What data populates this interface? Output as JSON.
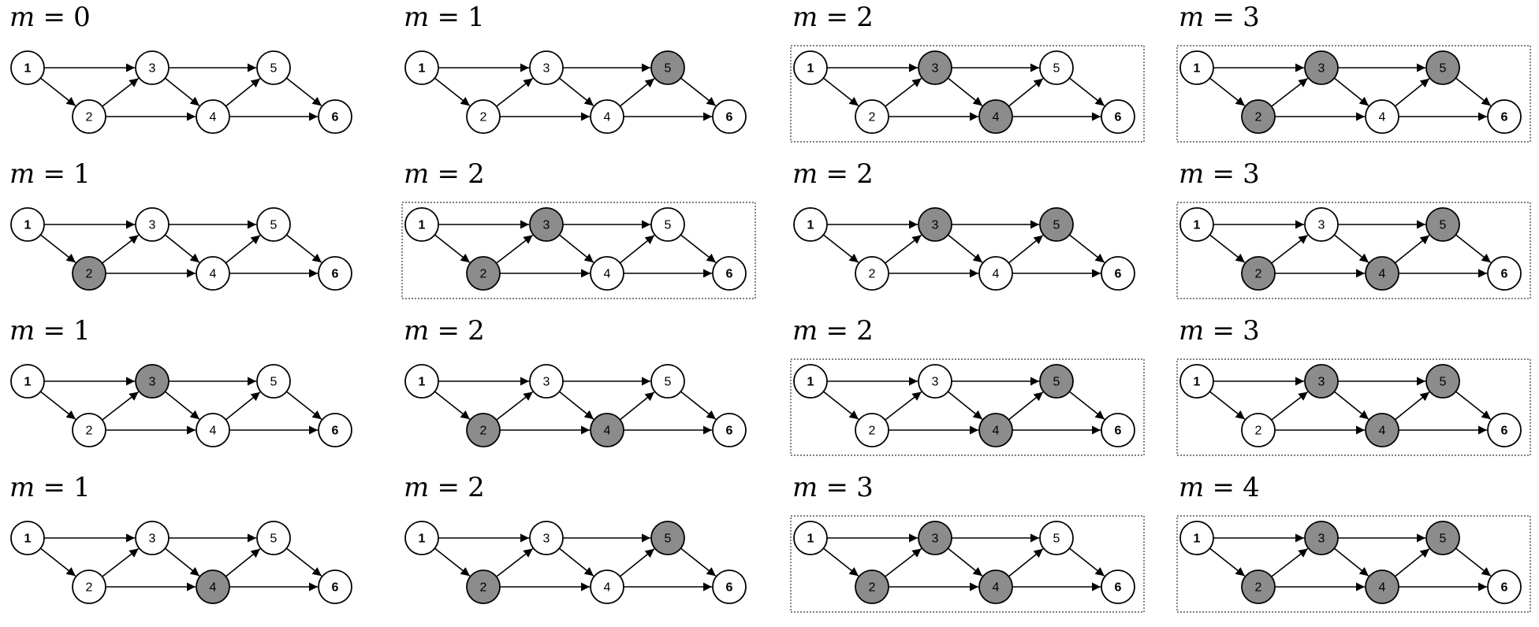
{
  "node_labels": [
    "1",
    "2",
    "3",
    "4",
    "5",
    "6"
  ],
  "edges": [
    [
      1,
      3
    ],
    [
      1,
      2
    ],
    [
      2,
      3
    ],
    [
      2,
      4
    ],
    [
      3,
      5
    ],
    [
      3,
      4
    ],
    [
      4,
      5
    ],
    [
      4,
      6
    ],
    [
      5,
      6
    ]
  ],
  "colors": {
    "shaded": "#8c8c8c",
    "plain": "#ffffff",
    "stroke": "#000000"
  },
  "panels": [
    {
      "var": "m",
      "eq": "=",
      "value": "0",
      "shaded": [],
      "framed": false
    },
    {
      "var": "m",
      "eq": "=",
      "value": "1",
      "shaded": [
        5
      ],
      "framed": false
    },
    {
      "var": "m",
      "eq": "=",
      "value": "2",
      "shaded": [
        3,
        4
      ],
      "framed": true
    },
    {
      "var": "m",
      "eq": "=",
      "value": "3",
      "shaded": [
        2,
        3,
        5
      ],
      "framed": true
    },
    {
      "var": "m",
      "eq": "=",
      "value": "1",
      "shaded": [
        2
      ],
      "framed": false
    },
    {
      "var": "m",
      "eq": "=",
      "value": "2",
      "shaded": [
        2,
        3
      ],
      "framed": true
    },
    {
      "var": "m",
      "eq": "=",
      "value": "2",
      "shaded": [
        3,
        5
      ],
      "framed": false
    },
    {
      "var": "m",
      "eq": "=",
      "value": "3",
      "shaded": [
        2,
        4,
        5
      ],
      "framed": true
    },
    {
      "var": "m",
      "eq": "=",
      "value": "1",
      "shaded": [
        3
      ],
      "framed": false
    },
    {
      "var": "m",
      "eq": "=",
      "value": "2",
      "shaded": [
        2,
        4
      ],
      "framed": false
    },
    {
      "var": "m",
      "eq": "=",
      "value": "2",
      "shaded": [
        4,
        5
      ],
      "framed": true
    },
    {
      "var": "m",
      "eq": "=",
      "value": "3",
      "shaded": [
        3,
        4,
        5
      ],
      "framed": true
    },
    {
      "var": "m",
      "eq": "=",
      "value": "1",
      "shaded": [
        4
      ],
      "framed": false
    },
    {
      "var": "m",
      "eq": "=",
      "value": "2",
      "shaded": [
        2,
        5
      ],
      "framed": false
    },
    {
      "var": "m",
      "eq": "=",
      "value": "3",
      "shaded": [
        2,
        3,
        4
      ],
      "framed": true
    },
    {
      "var": "m",
      "eq": "=",
      "value": "4",
      "shaded": [
        2,
        3,
        4,
        5
      ],
      "framed": true
    }
  ]
}
